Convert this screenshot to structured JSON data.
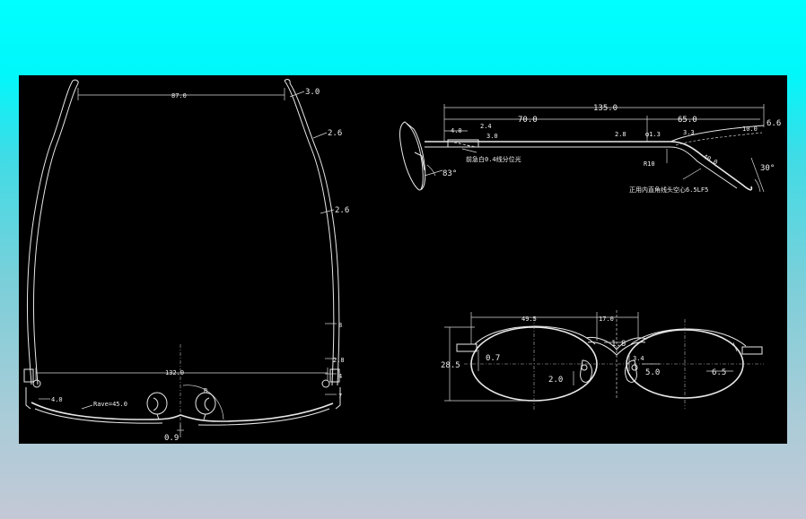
{
  "colors": {
    "background_top": "#00ffff",
    "viewport": "#000000",
    "lines": "#e8e8e8"
  },
  "top_view": {
    "dim_width_top": "87.0",
    "dim_width_bottom": "132.0",
    "dim_wire_1": "3.0",
    "dim_wire_2": "2.6",
    "dim_wire_3": "2.6",
    "dim_right_1": "8",
    "dim_right_2": "2.8",
    "dim_right_3": "4",
    "dim_right_4": "7",
    "dim_left_4": "4.0",
    "bend_radius": "Rave=45.0",
    "dim_bridge": "0.9",
    "dim_angle_r": "R"
  },
  "side_view": {
    "dim_total": "135.0",
    "dim_front": "70.0",
    "dim_back": "65.0",
    "dim_tip": "6.6",
    "dim_4": "4.0",
    "dim_24": "2.4",
    "dim_30": "3.0",
    "dim_28": "2.8",
    "dim_phi": "φ1.3",
    "dim_33": "3.3",
    "dim_100": "10.0",
    "dim_400": "40.0",
    "angle_83": "83°",
    "angle_30": "30°",
    "label_r10": "R10",
    "note_1": "前急白0.4线分位光",
    "note_2": "正用内直角线头空心6.5LF5"
  },
  "front_view": {
    "dim_lens_width": "49.5",
    "dim_bridge_width": "17.0",
    "dim_height": "28.5",
    "dim_07": "0.7",
    "dim_20": "2.0",
    "dim_18": "1.8",
    "dim_34": "3.4",
    "dim_50": "5.0",
    "dim_65": "6.5"
  }
}
